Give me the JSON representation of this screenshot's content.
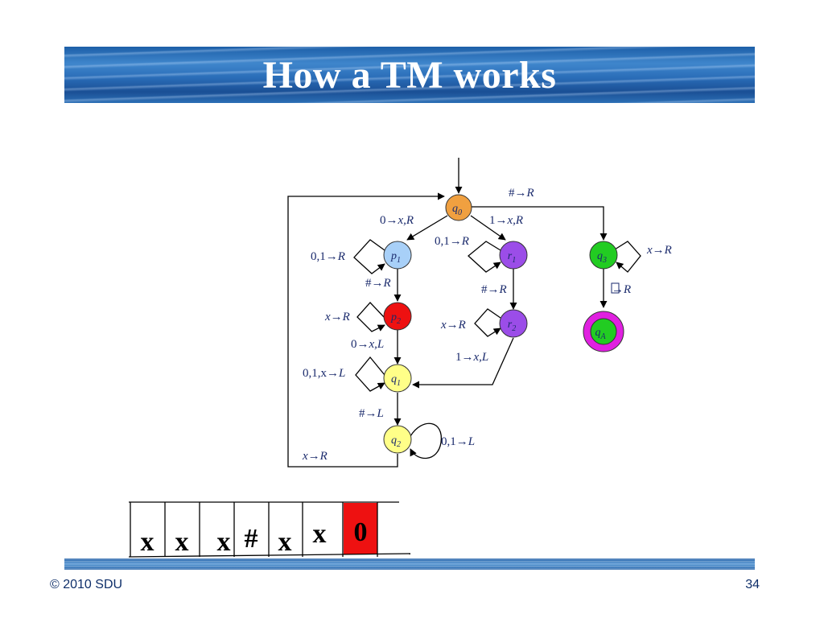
{
  "slide": {
    "title": "How a TM works",
    "copyright": "© 2010 SDU",
    "page_number": "34"
  },
  "states": {
    "q0": {
      "name": "q",
      "sub": "0",
      "color": "#f0a040"
    },
    "p1": {
      "name": "p",
      "sub": "1",
      "color": "#a8d0f8"
    },
    "p2": {
      "name": "p",
      "sub": "2",
      "color": "#ee1111"
    },
    "q1": {
      "name": "q",
      "sub": "1",
      "color": "#ffff88"
    },
    "q2": {
      "name": "q",
      "sub": "2",
      "color": "#ffff88"
    },
    "r1": {
      "name": "r",
      "sub": "1",
      "color": "#9b4de8"
    },
    "r2": {
      "name": "r",
      "sub": "2",
      "color": "#9b4de8"
    },
    "q3": {
      "name": "q",
      "sub": "3",
      "color": "#22cc22"
    },
    "qA": {
      "name": "q",
      "sub": "A",
      "color": "#22cc22",
      "ring": "#e020e0"
    }
  },
  "transitions": {
    "q0_q3": {
      "a": "#",
      "b": "R"
    },
    "q0_p1": {
      "a": "0",
      "b": "x,R"
    },
    "q0_r1": {
      "a": "1",
      "b": "x,R"
    },
    "p1_loop": {
      "a": "0,1",
      "b": "R"
    },
    "r1_loop": {
      "a": "0,1",
      "b": "R"
    },
    "q3_loop": {
      "a": "x",
      "b": "R"
    },
    "p1_p2": {
      "a": "#",
      "b": "R"
    },
    "r1_r2": {
      "a": "#",
      "b": "R"
    },
    "q3_qA": {
      "a": "",
      "b": "R"
    },
    "p2_loop": {
      "a": "x",
      "b": "R"
    },
    "r2_loop": {
      "a": "x",
      "b": "R"
    },
    "p2_q1": {
      "a": "0",
      "b": "x,L"
    },
    "r2_q1": {
      "a": "1",
      "b": "x,L"
    },
    "q1_loop": {
      "a": "0,1,x",
      "b": "L"
    },
    "q1_q2": {
      "a": "#",
      "b": "L"
    },
    "q2_loop": {
      "a": "0,1",
      "b": "L"
    },
    "q2_q0": {
      "a": "x",
      "b": "R"
    }
  },
  "arrow_glyph": "→",
  "tape": {
    "cells": [
      "x",
      "x",
      "x",
      "#",
      "x",
      "x",
      "0"
    ],
    "head_index": 6,
    "head_color": "#ee1111"
  }
}
